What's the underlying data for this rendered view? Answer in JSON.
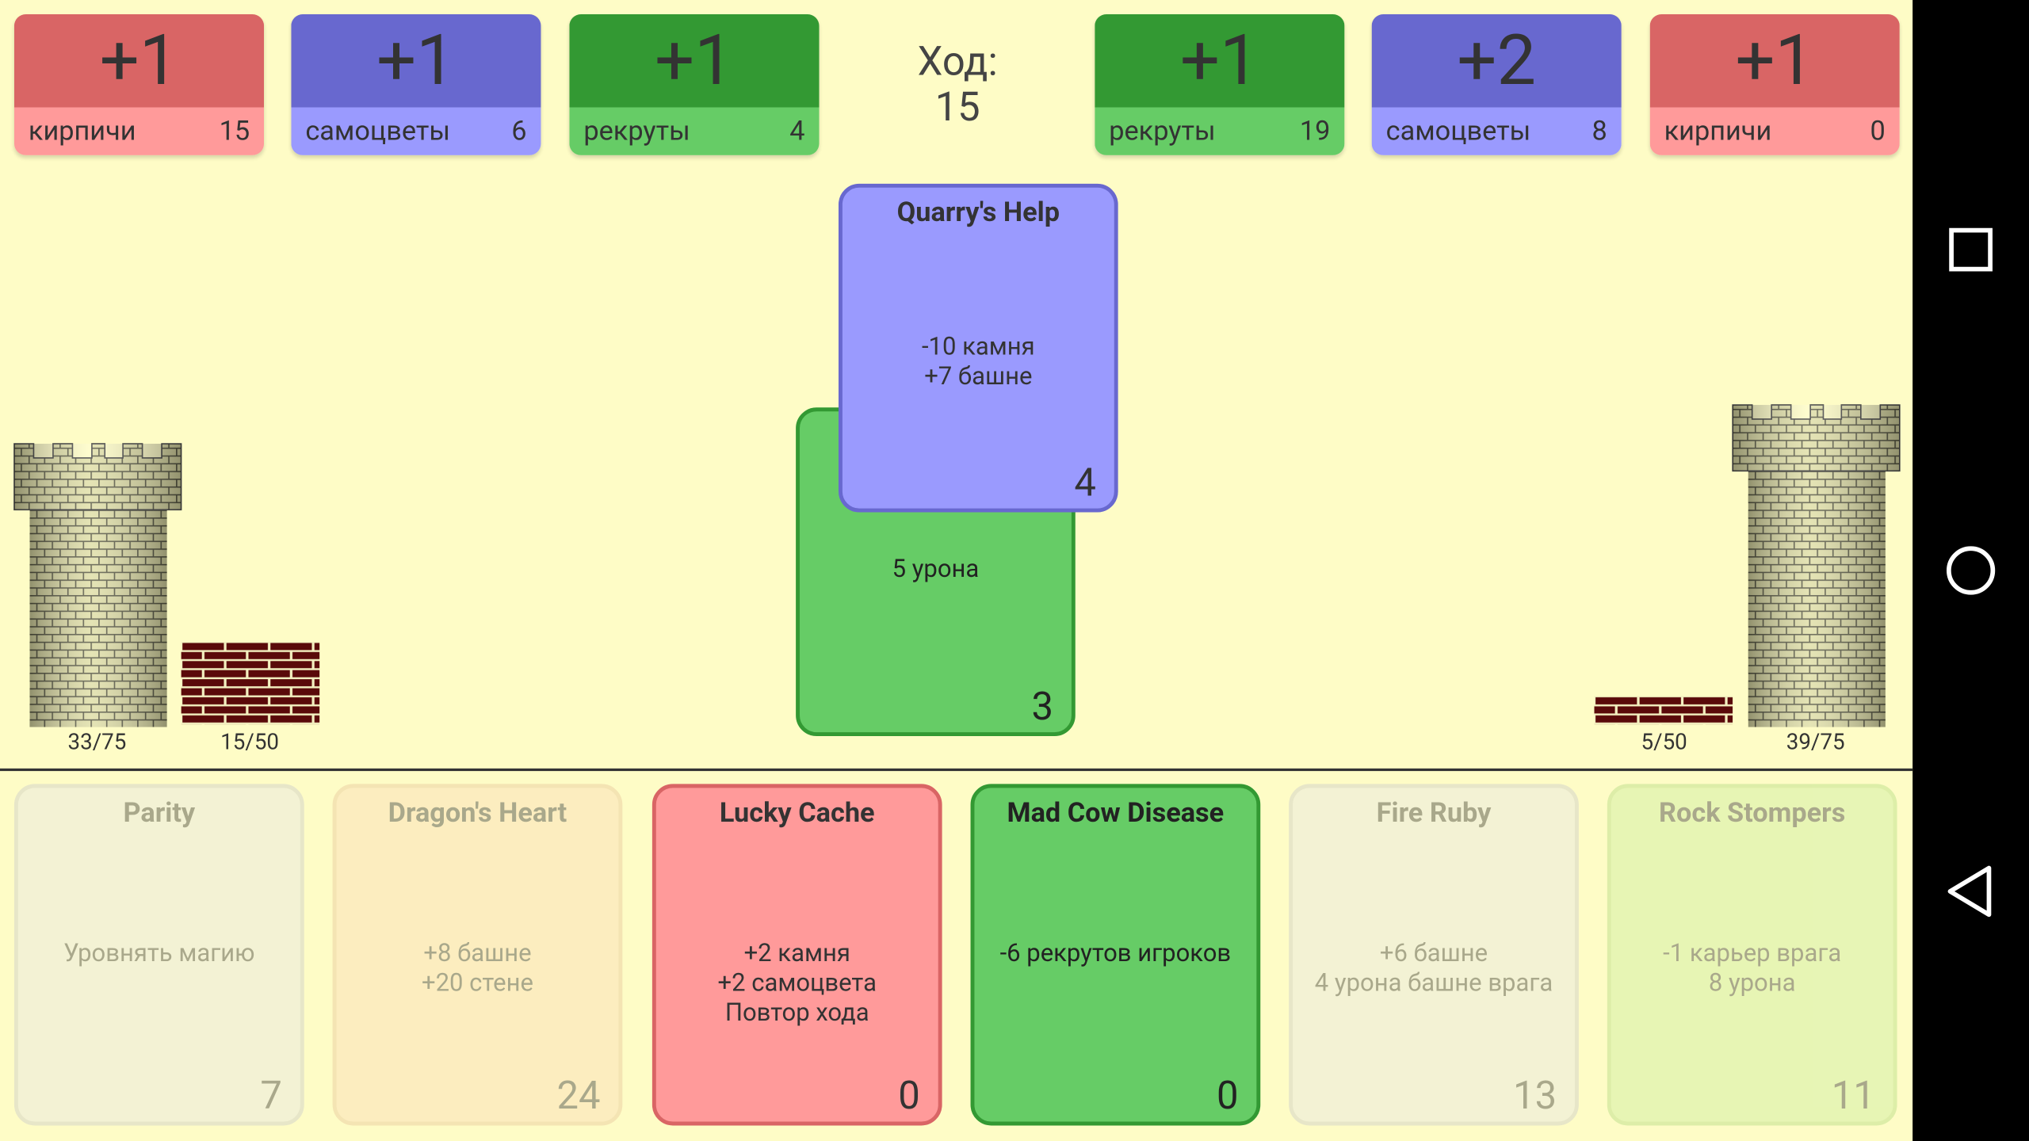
{
  "left_resources": [
    {
      "gain": "+1",
      "label": "кирпичи",
      "count": "15"
    },
    {
      "gain": "+1",
      "label": "самоцветы",
      "count": "6"
    },
    {
      "gain": "+1",
      "label": "рекруты",
      "count": "4"
    }
  ],
  "right_resources": [
    {
      "gain": "+1",
      "label": "рекруты",
      "count": "19"
    },
    {
      "gain": "+2",
      "label": "самоцветы",
      "count": "8"
    },
    {
      "gain": "+1",
      "label": "кирпичи",
      "count": "0"
    }
  ],
  "turn": {
    "label": "Ход:",
    "number": "15"
  },
  "played": {
    "back": {
      "desc": [
        "5 урона"
      ],
      "cost": "3"
    },
    "front": {
      "title": "Quarry's Help",
      "desc": [
        "-10 камня",
        "+7 башне"
      ],
      "cost": "4"
    }
  },
  "player": {
    "tower": "33/75",
    "wall": "15/50",
    "tower_fill": 0.44,
    "wall_fill": 0.3
  },
  "enemy": {
    "tower": "39/75",
    "wall": "5/50",
    "tower_fill": 0.52,
    "wall_fill": 0.1
  },
  "hand": [
    {
      "title": "Parity",
      "desc": [
        "Уровнять магию"
      ],
      "cost": "7",
      "color": "gray",
      "playable": false
    },
    {
      "title": "Dragon's Heart",
      "desc": [
        "+8 башне",
        "+20 стене"
      ],
      "cost": "24",
      "color": "peach",
      "playable": false
    },
    {
      "title": "Lucky Cache",
      "desc": [
        "+2 камня",
        "+2 самоцвета",
        "Повтор хода"
      ],
      "cost": "0",
      "color": "red",
      "playable": true
    },
    {
      "title": "Mad Cow Disease",
      "desc": [
        "-6 рекрутов игроков"
      ],
      "cost": "0",
      "color": "green",
      "playable": true
    },
    {
      "title": "Fire Ruby",
      "desc": [
        "+6 башне",
        "4 урона башне врага"
      ],
      "cost": "13",
      "color": "gray",
      "playable": false
    },
    {
      "title": "Rock Stompers",
      "desc": [
        "-1 карьер врага",
        "8 урона"
      ],
      "cost": "11",
      "color": "lgreen",
      "playable": false
    }
  ],
  "nav": {
    "recent": "recents-icon",
    "home": "home-icon",
    "back": "back-icon"
  }
}
